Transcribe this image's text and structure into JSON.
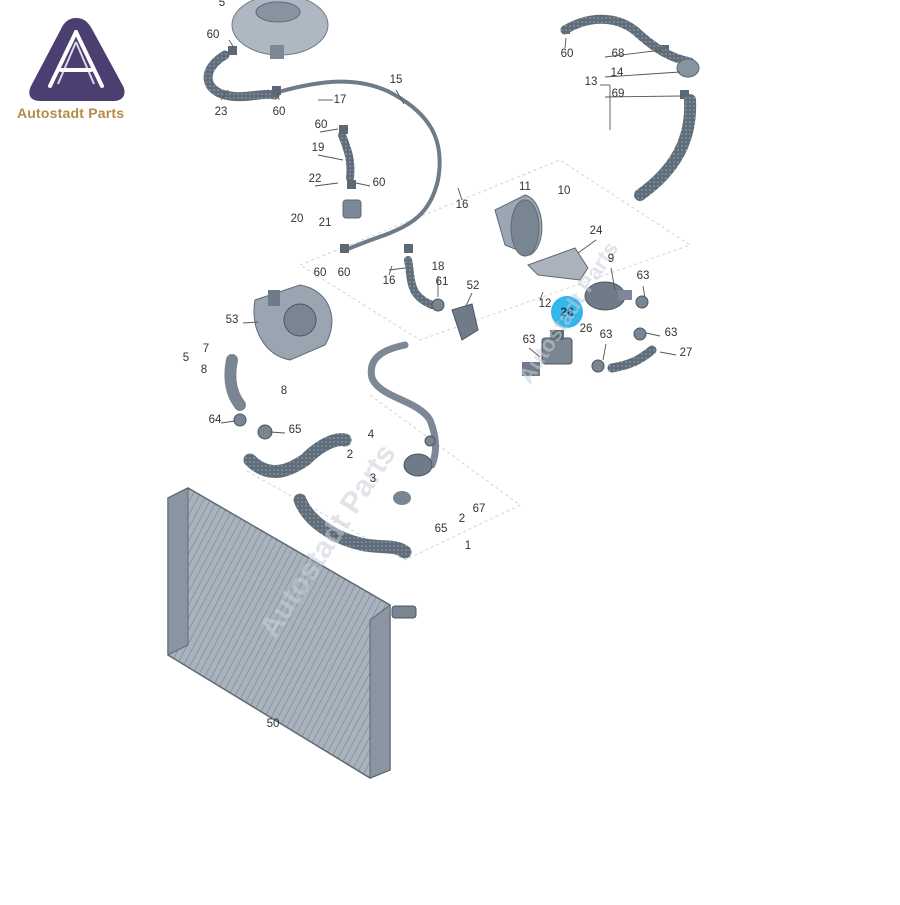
{
  "brand": {
    "name": "Autostadt Parts",
    "color": "#b58a48",
    "logo_color": "#4b3f72",
    "watermark": "Autostadt Parts"
  },
  "highlight": {
    "label": "28",
    "color": "#33b6ea"
  },
  "callouts": [
    "5",
    "60",
    "23",
    "60",
    "17",
    "15",
    "60",
    "19",
    "22",
    "60",
    "20",
    "21",
    "16",
    "60",
    "60",
    "18",
    "16",
    "61",
    "52",
    "53",
    "5",
    "7",
    "8",
    "8",
    "64",
    "65",
    "4",
    "2",
    "3",
    "65",
    "2",
    "67",
    "1",
    "50",
    "60",
    "68",
    "14",
    "13",
    "69",
    "11",
    "10",
    "24",
    "9",
    "63",
    "12",
    "63",
    "26",
    "63",
    "63",
    "27"
  ]
}
